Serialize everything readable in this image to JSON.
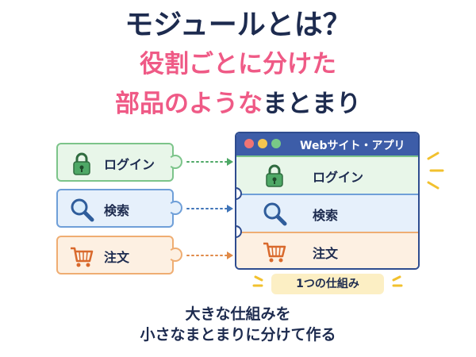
{
  "title": {
    "main": "モジュールとは？",
    "sub_line1": "役割ごとに分けた",
    "sub_line2_pink": "部品のような",
    "sub_line2_navy": "まとまり"
  },
  "modules": [
    {
      "label": "ログイン",
      "icon": "lock-icon"
    },
    {
      "label": "検索",
      "icon": "magnifier-icon"
    },
    {
      "label": "注文",
      "icon": "cart-icon"
    }
  ],
  "app_window": {
    "title": "Webサイト・アプリ",
    "rows": [
      {
        "label": "ログイン",
        "icon": "lock-icon"
      },
      {
        "label": "検索",
        "icon": "magnifier-icon"
      },
      {
        "label": "注文",
        "icon": "cart-icon"
      }
    ]
  },
  "caption": "1つの仕組み",
  "footer": {
    "line1": "大きな仕組みを",
    "line2": "小さなまとまりに分けて作る"
  },
  "colors": {
    "navy": "#1d2b4f",
    "pink": "#ef5a86",
    "green": "#7cc48a",
    "blue": "#6f9fd8",
    "orange": "#efad72",
    "window_blue": "#3d5da8",
    "badge_yellow": "#fcefc4"
  }
}
